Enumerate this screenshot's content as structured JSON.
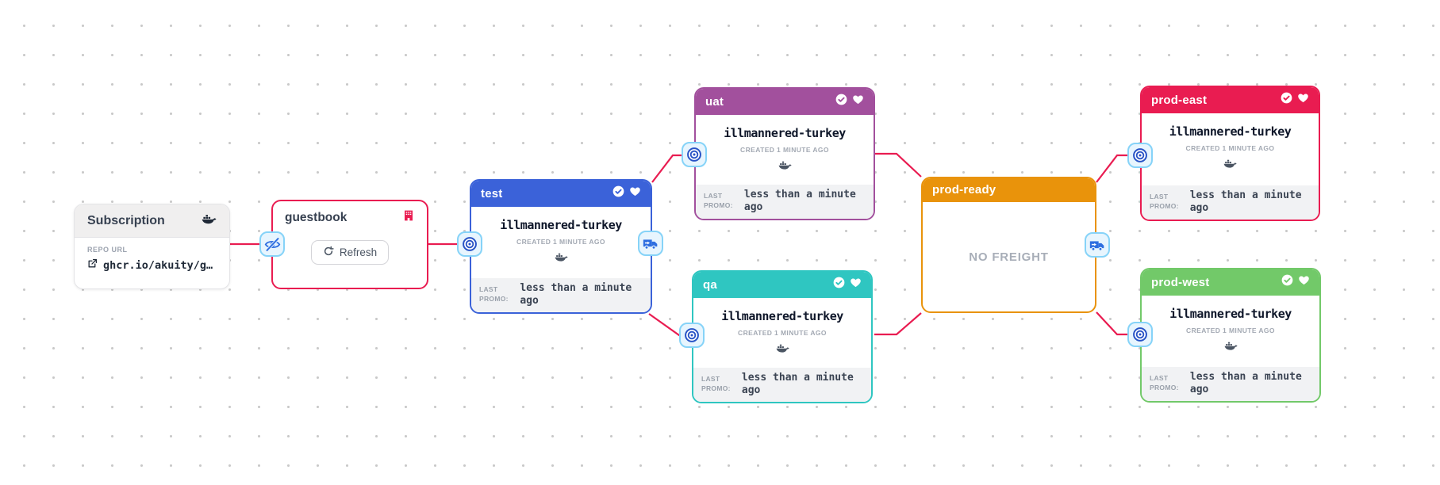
{
  "colors": {
    "edge_line": "#e91c51",
    "edge_icon_bg": "#e7f5fe",
    "edge_icon_border": "#86d3f8",
    "edge_icon_glyph": "#2e6ee0",
    "dot_grid": "#c9c9c9",
    "footer_bg": "#f1f2f4"
  },
  "subscription": {
    "title": "Subscription",
    "repo_url_label": "REPO URL",
    "repo_url_value": "ghcr.io/akuity/g…"
  },
  "warehouse": {
    "title": "guestbook",
    "refresh_button_label": "Refresh"
  },
  "stages": [
    {
      "name": "test",
      "color": "#3b62d9",
      "freight_name": "illmannered-turkey",
      "created_text": "CREATED 1 MINUTE AGO",
      "last_promo_label": "LAST PROMO:",
      "last_promo_value": "less than a minute ago"
    },
    {
      "name": "uat",
      "color": "#a2509d",
      "freight_name": "illmannered-turkey",
      "created_text": "CREATED 1 MINUTE AGO",
      "last_promo_label": "LAST PROMO:",
      "last_promo_value": "less than a minute ago"
    },
    {
      "name": "qa",
      "color": "#2fc6c1",
      "freight_name": "illmannered-turkey",
      "created_text": "CREATED 1 MINUTE AGO",
      "last_promo_label": "LAST PROMO:",
      "last_promo_value": "less than a minute ago"
    },
    {
      "name": "prod-ready",
      "color": "#e9930b",
      "no_freight_text": "NO FREIGHT"
    },
    {
      "name": "prod-east",
      "color": "#e91c51",
      "freight_name": "illmannered-turkey",
      "created_text": "CREATED 1 MINUTE AGO",
      "last_promo_label": "LAST PROMO:",
      "last_promo_value": "less than a minute ago"
    },
    {
      "name": "prod-west",
      "color": "#72c969",
      "freight_name": "illmannered-turkey",
      "created_text": "CREATED 1 MINUTE AGO",
      "last_promo_label": "LAST PROMO:",
      "last_promo_value": "less than a minute ago"
    }
  ]
}
